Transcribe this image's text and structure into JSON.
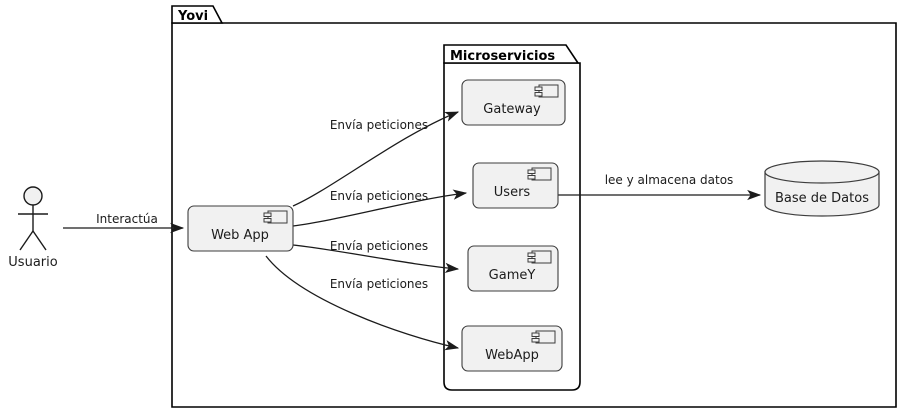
{
  "diagram": {
    "type": "uml-component-diagram",
    "background": "#ffffff",
    "stroke_color": "#1b1b1b",
    "component_fill": "#F1F1F1",
    "package_fill": "#ffffff"
  },
  "actor": {
    "name": "actor-usuario",
    "label": "Usuario"
  },
  "packages": [
    {
      "id": "yovi",
      "title": "Yovi"
    },
    {
      "id": "microservicios",
      "title": "Microservicios"
    }
  ],
  "components": [
    {
      "id": "web-app",
      "label": "Web App",
      "package": "yovi"
    },
    {
      "id": "gateway",
      "label": "Gateway",
      "package": "microservicios"
    },
    {
      "id": "users",
      "label": "Users",
      "package": "microservicios"
    },
    {
      "id": "gamey",
      "label": "GameY",
      "package": "microservicios"
    },
    {
      "id": "webapp",
      "label": "WebApp",
      "package": "microservicios"
    }
  ],
  "database": {
    "id": "base-de-datos",
    "label": "Base de Datos"
  },
  "edges": [
    {
      "id": "usuario-webapp",
      "label": "Interactúa",
      "from": "actor-usuario",
      "to": "web-app"
    },
    {
      "id": "webapp-gateway",
      "label": "Envía peticiones",
      "from": "web-app",
      "to": "gateway"
    },
    {
      "id": "webapp-users",
      "label": "Envía peticiones",
      "from": "web-app",
      "to": "users"
    },
    {
      "id": "webapp-gamey",
      "label": "Envía peticiones",
      "from": "web-app",
      "to": "gamey"
    },
    {
      "id": "webapp-webapp",
      "label": "Envía peticiones",
      "from": "web-app",
      "to": "webapp"
    },
    {
      "id": "users-db",
      "label": "lee y almacena datos",
      "from": "users",
      "to": "base-de-datos"
    }
  ]
}
